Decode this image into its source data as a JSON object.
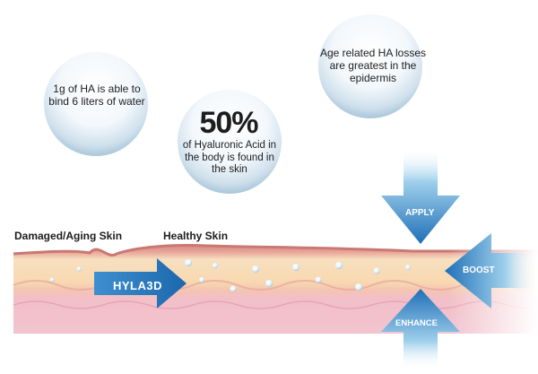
{
  "bubbles": {
    "bind_text": "1g of HA is able to bind 6 liters of water",
    "percent_value": "50%",
    "percent_text": "of Hyaluronic Acid in the body is found in the skin",
    "loss_text": "Age related HA losses are greatest in the epidermis"
  },
  "skin": {
    "damaged_label": "Damaged/Aging Skin",
    "healthy_label": "Healthy Skin"
  },
  "arrows": {
    "hyla_label": "HYLA3D",
    "apply_label": "APPLY",
    "boost_label": "BOOST",
    "enhance_label": "ENHANCE"
  },
  "colors": {
    "arrow_blue": "#2b7fc2",
    "arrow_light": "#cfe9f7",
    "skin_surface": "#e7a29a",
    "epidermis": "#f7d7b4",
    "dermis": "#f0b8c6"
  }
}
